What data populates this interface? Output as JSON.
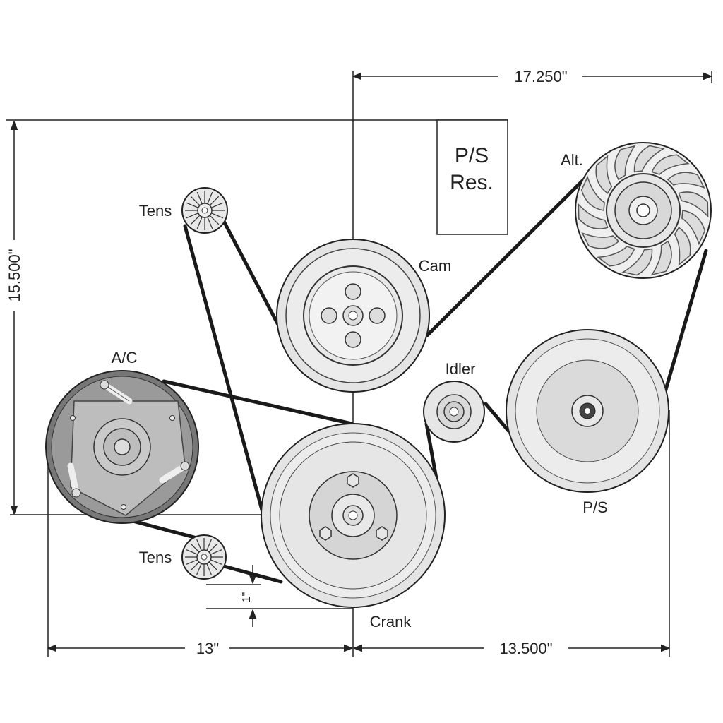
{
  "labels": {
    "ps_res_line1": "P/S",
    "ps_res_line2": "Res.",
    "alt": "Alt.",
    "tens_top": "Tens",
    "cam": "Cam",
    "ac": "A/C",
    "idler": "Idler",
    "ps": "P/S",
    "tens_bottom": "Tens",
    "crank": "Crank"
  },
  "dimensions": {
    "top": "17.250\"",
    "left": "15.500\"",
    "bottom_left": "13\"",
    "bottom_right": "13.500\"",
    "small": "1\""
  },
  "colors": {
    "belt": "#1a1a1a",
    "line": "#222222",
    "pulley_light": "#e8e8e8",
    "pulley_mid": "#cfcfcf",
    "ac_body": "#8a8a8a"
  }
}
